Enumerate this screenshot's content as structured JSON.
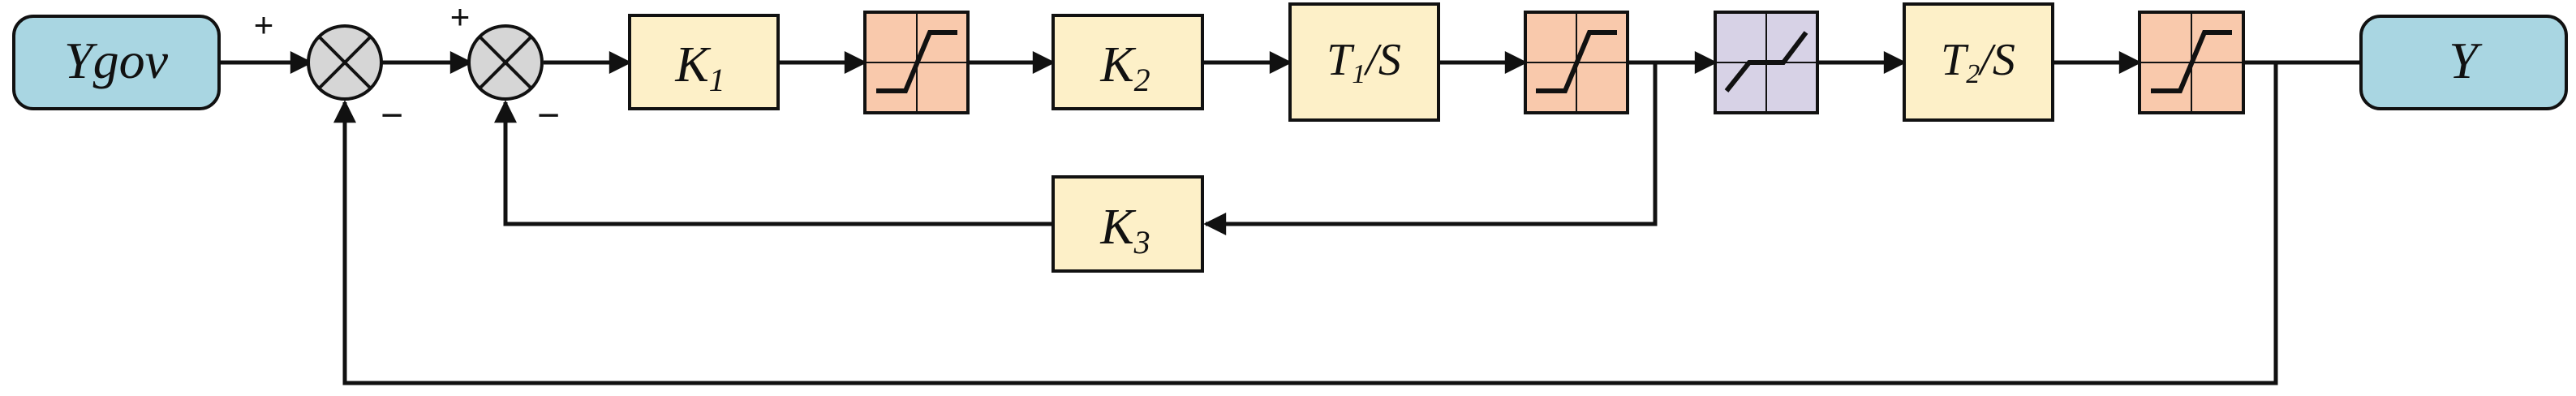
{
  "diagram": {
    "input": {
      "label": "Ygov",
      "color": "#a9d6e2"
    },
    "output": {
      "label": "Y",
      "color": "#a9d6e2"
    },
    "sum1": {
      "plus": "+",
      "minus": "−"
    },
    "sum2": {
      "plus": "+",
      "minus": "−"
    },
    "k1": {
      "base": "K",
      "sub": "1"
    },
    "k2": {
      "base": "K",
      "sub": "2"
    },
    "k3": {
      "base": "K",
      "sub": "3"
    },
    "int1": {
      "num": "T",
      "sub": "1",
      "den": "/S"
    },
    "int2": {
      "num": "T",
      "sub": "2",
      "den": "/S"
    },
    "colors": {
      "gain_fill": "#fdf0c8",
      "limiter_fill": "#f9c9ac",
      "deadband_fill": "#d7d2e6",
      "summer_fill": "#d6d6d6",
      "line": "#111111"
    }
  }
}
